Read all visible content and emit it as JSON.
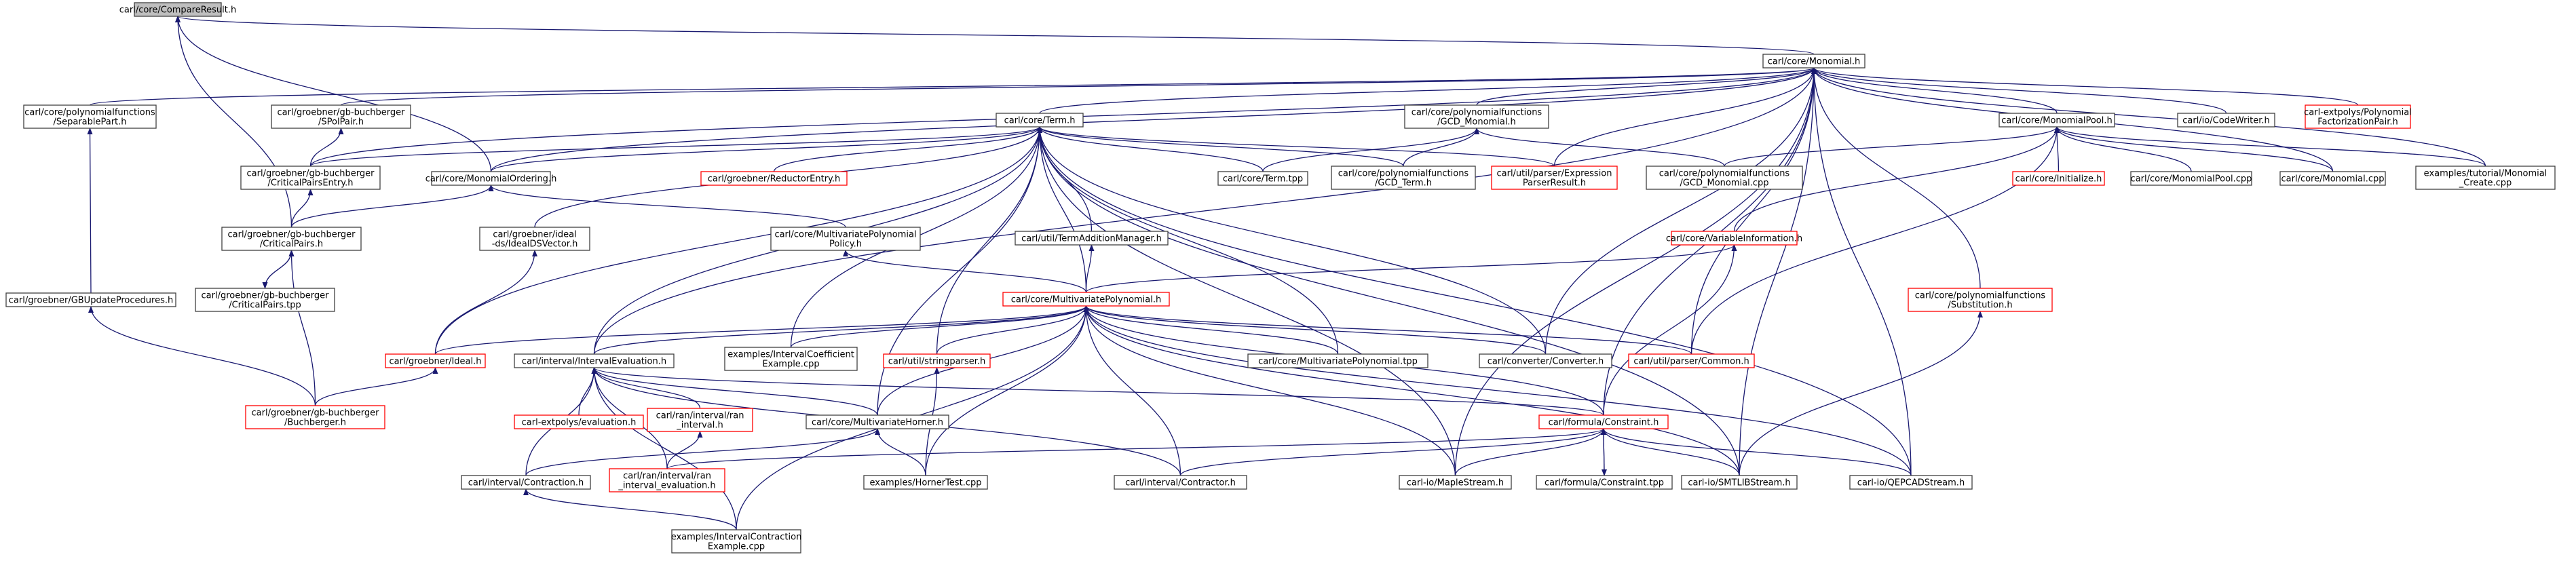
{
  "colors": {
    "edge": "#191970",
    "node_border": "#404040",
    "node_border_incomplete": "#ff0000",
    "root_fill": "#bfbfbf"
  },
  "nodes": [
    {
      "id": "compare",
      "lines": [
        "carl/core/CompareResult.h"
      ],
      "style": "root"
    },
    {
      "id": "monomial",
      "lines": [
        "carl/core/Monomial.h"
      ],
      "style": "normal"
    },
    {
      "id": "separable",
      "lines": [
        "carl/core/polynomialfunctions",
        "/SeparablePart.h"
      ],
      "style": "normal"
    },
    {
      "id": "gbupdate",
      "lines": [
        "carl/groebner/GBUpdateProcedures.h"
      ],
      "style": "normal"
    },
    {
      "id": "gbbuchberger",
      "lines": [
        "carl/groebner/gb-buchberger",
        "/Buchberger.h"
      ],
      "style": "red"
    },
    {
      "id": "spolpair",
      "lines": [
        "carl/groebner/gb-buchberger",
        "/SPolPair.h"
      ],
      "style": "normal"
    },
    {
      "id": "critpairsentry",
      "lines": [
        "carl/groebner/gb-buchberger",
        "/CriticalPairsEntry.h"
      ],
      "style": "normal"
    },
    {
      "id": "critpairs",
      "lines": [
        "carl/groebner/gb-buchberger",
        "/CriticalPairs.h"
      ],
      "style": "normal"
    },
    {
      "id": "critpairstpp",
      "lines": [
        "carl/groebner/gb-buchberger",
        "/CriticalPairs.tpp"
      ],
      "style": "normal"
    },
    {
      "id": "term",
      "lines": [
        "carl/core/Term.h"
      ],
      "style": "normal"
    },
    {
      "id": "monordering",
      "lines": [
        "carl/core/MonomialOrdering.h"
      ],
      "style": "normal"
    },
    {
      "id": "reductorentry",
      "lines": [
        "carl/groebner/ReductorEntry.h"
      ],
      "style": "red"
    },
    {
      "id": "termtpp",
      "lines": [
        "carl/core/Term.tpp"
      ],
      "style": "normal"
    },
    {
      "id": "gcdmonh",
      "lines": [
        "carl/core/polynomialfunctions",
        "/GCD_Monomial.h"
      ],
      "style": "normal"
    },
    {
      "id": "gcdterm",
      "lines": [
        "carl/core/polynomialfunctions",
        "/GCD_Term.h"
      ],
      "style": "normal"
    },
    {
      "id": "exprparser",
      "lines": [
        "carl/util/parser/Expression",
        "ParserResult.h"
      ],
      "style": "red"
    },
    {
      "id": "gcdmoncpp",
      "lines": [
        "carl/core/polynomialfunctions",
        "/GCD_Monomial.cpp"
      ],
      "style": "normal"
    },
    {
      "id": "monpool",
      "lines": [
        "carl/core/MonomialPool.h"
      ],
      "style": "normal"
    },
    {
      "id": "codewriter",
      "lines": [
        "carl/io/CodeWriter.h"
      ],
      "style": "normal"
    },
    {
      "id": "polyfact",
      "lines": [
        "carl-extpolys/Polynomial",
        "FactorizationPair.h"
      ],
      "style": "red"
    },
    {
      "id": "initialize",
      "lines": [
        "carl/core/Initialize.h"
      ],
      "style": "red"
    },
    {
      "id": "monpoolcpp",
      "lines": [
        "carl/core/MonomialPool.cpp"
      ],
      "style": "normal"
    },
    {
      "id": "moncpp",
      "lines": [
        "carl/core/Monomial.cpp"
      ],
      "style": "normal"
    },
    {
      "id": "moncreate",
      "lines": [
        "examples/tutorial/Monomial",
        "_Create.cpp"
      ],
      "style": "normal"
    },
    {
      "id": "idealdsvec",
      "lines": [
        "carl/groebner/ideal",
        "-ds/IdealDSVector.h"
      ],
      "style": "normal"
    },
    {
      "id": "mvpolicy",
      "lines": [
        "carl/core/MultivariatePolynomial",
        "Policy.h"
      ],
      "style": "normal"
    },
    {
      "id": "termaddmgr",
      "lines": [
        "carl/util/TermAdditionManager.h"
      ],
      "style": "normal"
    },
    {
      "id": "varinfo",
      "lines": [
        "carl/core/VariableInformation.h"
      ],
      "style": "red"
    },
    {
      "id": "substitution",
      "lines": [
        "carl/core/polynomialfunctions",
        "/Substitution.h"
      ],
      "style": "red"
    },
    {
      "id": "mvpoly",
      "lines": [
        "carl/core/MultivariatePolynomial.h"
      ],
      "style": "red"
    },
    {
      "id": "ideal",
      "lines": [
        "carl/groebner/Ideal.h"
      ],
      "style": "red"
    },
    {
      "id": "intervaleval",
      "lines": [
        "carl/interval/IntervalEvaluation.h"
      ],
      "style": "normal"
    },
    {
      "id": "intervalcoef",
      "lines": [
        "examples/IntervalCoefficient",
        "Example.cpp"
      ],
      "style": "normal"
    },
    {
      "id": "stringparser",
      "lines": [
        "carl/util/stringparser.h"
      ],
      "style": "red"
    },
    {
      "id": "mvpolytpp",
      "lines": [
        "carl/core/MultivariatePolynomial.tpp"
      ],
      "style": "normal"
    },
    {
      "id": "converter",
      "lines": [
        "carl/converter/Converter.h"
      ],
      "style": "normal"
    },
    {
      "id": "parsercommon",
      "lines": [
        "carl/util/parser/Common.h"
      ],
      "style": "red"
    },
    {
      "id": "extpolyseval",
      "lines": [
        "carl-extpolys/evaluation.h"
      ],
      "style": "red"
    },
    {
      "id": "raninterval",
      "lines": [
        "carl/ran/interval/ran",
        "_interval.h"
      ],
      "style": "red"
    },
    {
      "id": "mvhorner",
      "lines": [
        "carl/core/MultivariateHorner.h"
      ],
      "style": "normal"
    },
    {
      "id": "constraint",
      "lines": [
        "carl/formula/Constraint.h"
      ],
      "style": "red"
    },
    {
      "id": "intcontraction",
      "lines": [
        "carl/interval/Contraction.h"
      ],
      "style": "normal"
    },
    {
      "id": "raneval",
      "lines": [
        "carl/ran/interval/ran",
        "_interval_evaluation.h"
      ],
      "style": "red"
    },
    {
      "id": "hornertest",
      "lines": [
        "examples/HornerTest.cpp"
      ],
      "style": "normal"
    },
    {
      "id": "contractor",
      "lines": [
        "carl/interval/Contractor.h"
      ],
      "style": "normal"
    },
    {
      "id": "maplestream",
      "lines": [
        "carl-io/MapleStream.h"
      ],
      "style": "normal"
    },
    {
      "id": "constrainttpp",
      "lines": [
        "carl/formula/Constraint.tpp"
      ],
      "style": "normal"
    },
    {
      "id": "smtlib",
      "lines": [
        "carl-io/SMTLIBStream.h"
      ],
      "style": "normal"
    },
    {
      "id": "qepcad",
      "lines": [
        "carl-io/QEPCADStream.h"
      ],
      "style": "normal"
    },
    {
      "id": "contractionex",
      "lines": [
        "examples/IntervalContraction",
        "Example.cpp"
      ],
      "style": "normal"
    }
  ],
  "edges": [
    [
      "monomial",
      "compare"
    ],
    [
      "monordering",
      "compare"
    ],
    [
      "critpairs",
      "compare"
    ],
    [
      "separable",
      "monomial"
    ],
    [
      "spolpair",
      "monomial"
    ],
    [
      "critpairsentry",
      "monomial"
    ],
    [
      "term",
      "monomial"
    ],
    [
      "monordering",
      "monomial"
    ],
    [
      "gcdmonh",
      "monomial"
    ],
    [
      "exprparser",
      "monomial"
    ],
    [
      "monpool",
      "monomial"
    ],
    [
      "codewriter",
      "monomial"
    ],
    [
      "polyfact",
      "monomial"
    ],
    [
      "moncpp",
      "monomial"
    ],
    [
      "moncreate",
      "monomial"
    ],
    [
      "substitution",
      "monomial"
    ],
    [
      "intervaleval",
      "monomial"
    ],
    [
      "converter",
      "monomial"
    ],
    [
      "parsercommon",
      "monomial"
    ],
    [
      "constraint",
      "monomial"
    ],
    [
      "maplestream",
      "monomial"
    ],
    [
      "smtlib",
      "monomial"
    ],
    [
      "qepcad",
      "monomial"
    ],
    [
      "gbupdate",
      "separable"
    ],
    [
      "gbbuchberger",
      "gbupdate"
    ],
    [
      "critpairsentry",
      "spolpair"
    ],
    [
      "critpairs",
      "critpairsentry"
    ],
    [
      "critpairstpp",
      "critpairs"
    ],
    [
      "critpairs",
      "critpairstpp"
    ],
    [
      "gbbuchberger",
      "critpairs"
    ],
    [
      "critpairs",
      "monordering"
    ],
    [
      "mvpolicy",
      "monordering"
    ],
    [
      "ideal",
      "idealdsvec"
    ],
    [
      "gbbuchberger",
      "ideal"
    ],
    [
      "critpairsentry",
      "term"
    ],
    [
      "monordering",
      "term"
    ],
    [
      "reductorentry",
      "term"
    ],
    [
      "termtpp",
      "term"
    ],
    [
      "gcdterm",
      "term"
    ],
    [
      "exprparser",
      "term"
    ],
    [
      "idealdsvec",
      "term"
    ],
    [
      "termaddmgr",
      "term"
    ],
    [
      "mvpoly",
      "term"
    ],
    [
      "ideal",
      "term"
    ],
    [
      "intervaleval",
      "term"
    ],
    [
      "intervalcoef",
      "term"
    ],
    [
      "stringparser",
      "term"
    ],
    [
      "mvpolytpp",
      "term"
    ],
    [
      "converter",
      "term"
    ],
    [
      "mvhorner",
      "term"
    ],
    [
      "maplestream",
      "term"
    ],
    [
      "smtlib",
      "term"
    ],
    [
      "qepcad",
      "term"
    ],
    [
      "gcdterm",
      "gcdmonh"
    ],
    [
      "gcdmoncpp",
      "gcdmonh"
    ],
    [
      "termtpp",
      "gcdmonh"
    ],
    [
      "initialize",
      "monpool"
    ],
    [
      "monpoolcpp",
      "monpool"
    ],
    [
      "moncpp",
      "monpool"
    ],
    [
      "moncreate",
      "monpool"
    ],
    [
      "gcdmoncpp",
      "monpool"
    ],
    [
      "varinfo",
      "monpool"
    ],
    [
      "parsercommon",
      "monpool"
    ],
    [
      "mvpoly",
      "mvpolicy"
    ],
    [
      "mvpoly",
      "termaddmgr"
    ],
    [
      "mvpoly",
      "varinfo"
    ],
    [
      "constraint",
      "varinfo"
    ],
    [
      "smtlib",
      "substitution"
    ],
    [
      "ideal",
      "mvpoly"
    ],
    [
      "intervaleval",
      "mvpoly"
    ],
    [
      "intervalcoef",
      "mvpoly"
    ],
    [
      "stringparser",
      "mvpoly"
    ],
    [
      "mvpolytpp",
      "mvpoly"
    ],
    [
      "converter",
      "mvpoly"
    ],
    [
      "parsercommon",
      "mvpoly"
    ],
    [
      "mvhorner",
      "mvpoly"
    ],
    [
      "hornertest",
      "mvpoly"
    ],
    [
      "contractor",
      "mvpoly"
    ],
    [
      "maplestream",
      "mvpoly"
    ],
    [
      "smtlib",
      "mvpoly"
    ],
    [
      "qepcad",
      "mvpoly"
    ],
    [
      "contractionex",
      "mvpoly"
    ],
    [
      "constraint",
      "mvpoly"
    ],
    [
      "extpolyseval",
      "intervaleval"
    ],
    [
      "raninterval",
      "intervaleval"
    ],
    [
      "mvhorner",
      "intervaleval"
    ],
    [
      "intcontraction",
      "intervaleval"
    ],
    [
      "raneval",
      "intervaleval"
    ],
    [
      "contractor",
      "intervaleval"
    ],
    [
      "contractionex",
      "intervaleval"
    ],
    [
      "constraint",
      "intervaleval"
    ],
    [
      "hornertest",
      "stringparser"
    ],
    [
      "raneval",
      "raninterval"
    ],
    [
      "hornertest",
      "mvhorner"
    ],
    [
      "intcontraction",
      "mvhorner"
    ],
    [
      "raneval",
      "constraint"
    ],
    [
      "contractor",
      "constraint"
    ],
    [
      "maplestream",
      "constraint"
    ],
    [
      "constrainttpp",
      "constraint"
    ],
    [
      "smtlib",
      "constraint"
    ],
    [
      "qepcad",
      "constraint"
    ],
    [
      "constraint",
      "constrainttpp"
    ],
    [
      "contractionex",
      "intcontraction"
    ]
  ]
}
